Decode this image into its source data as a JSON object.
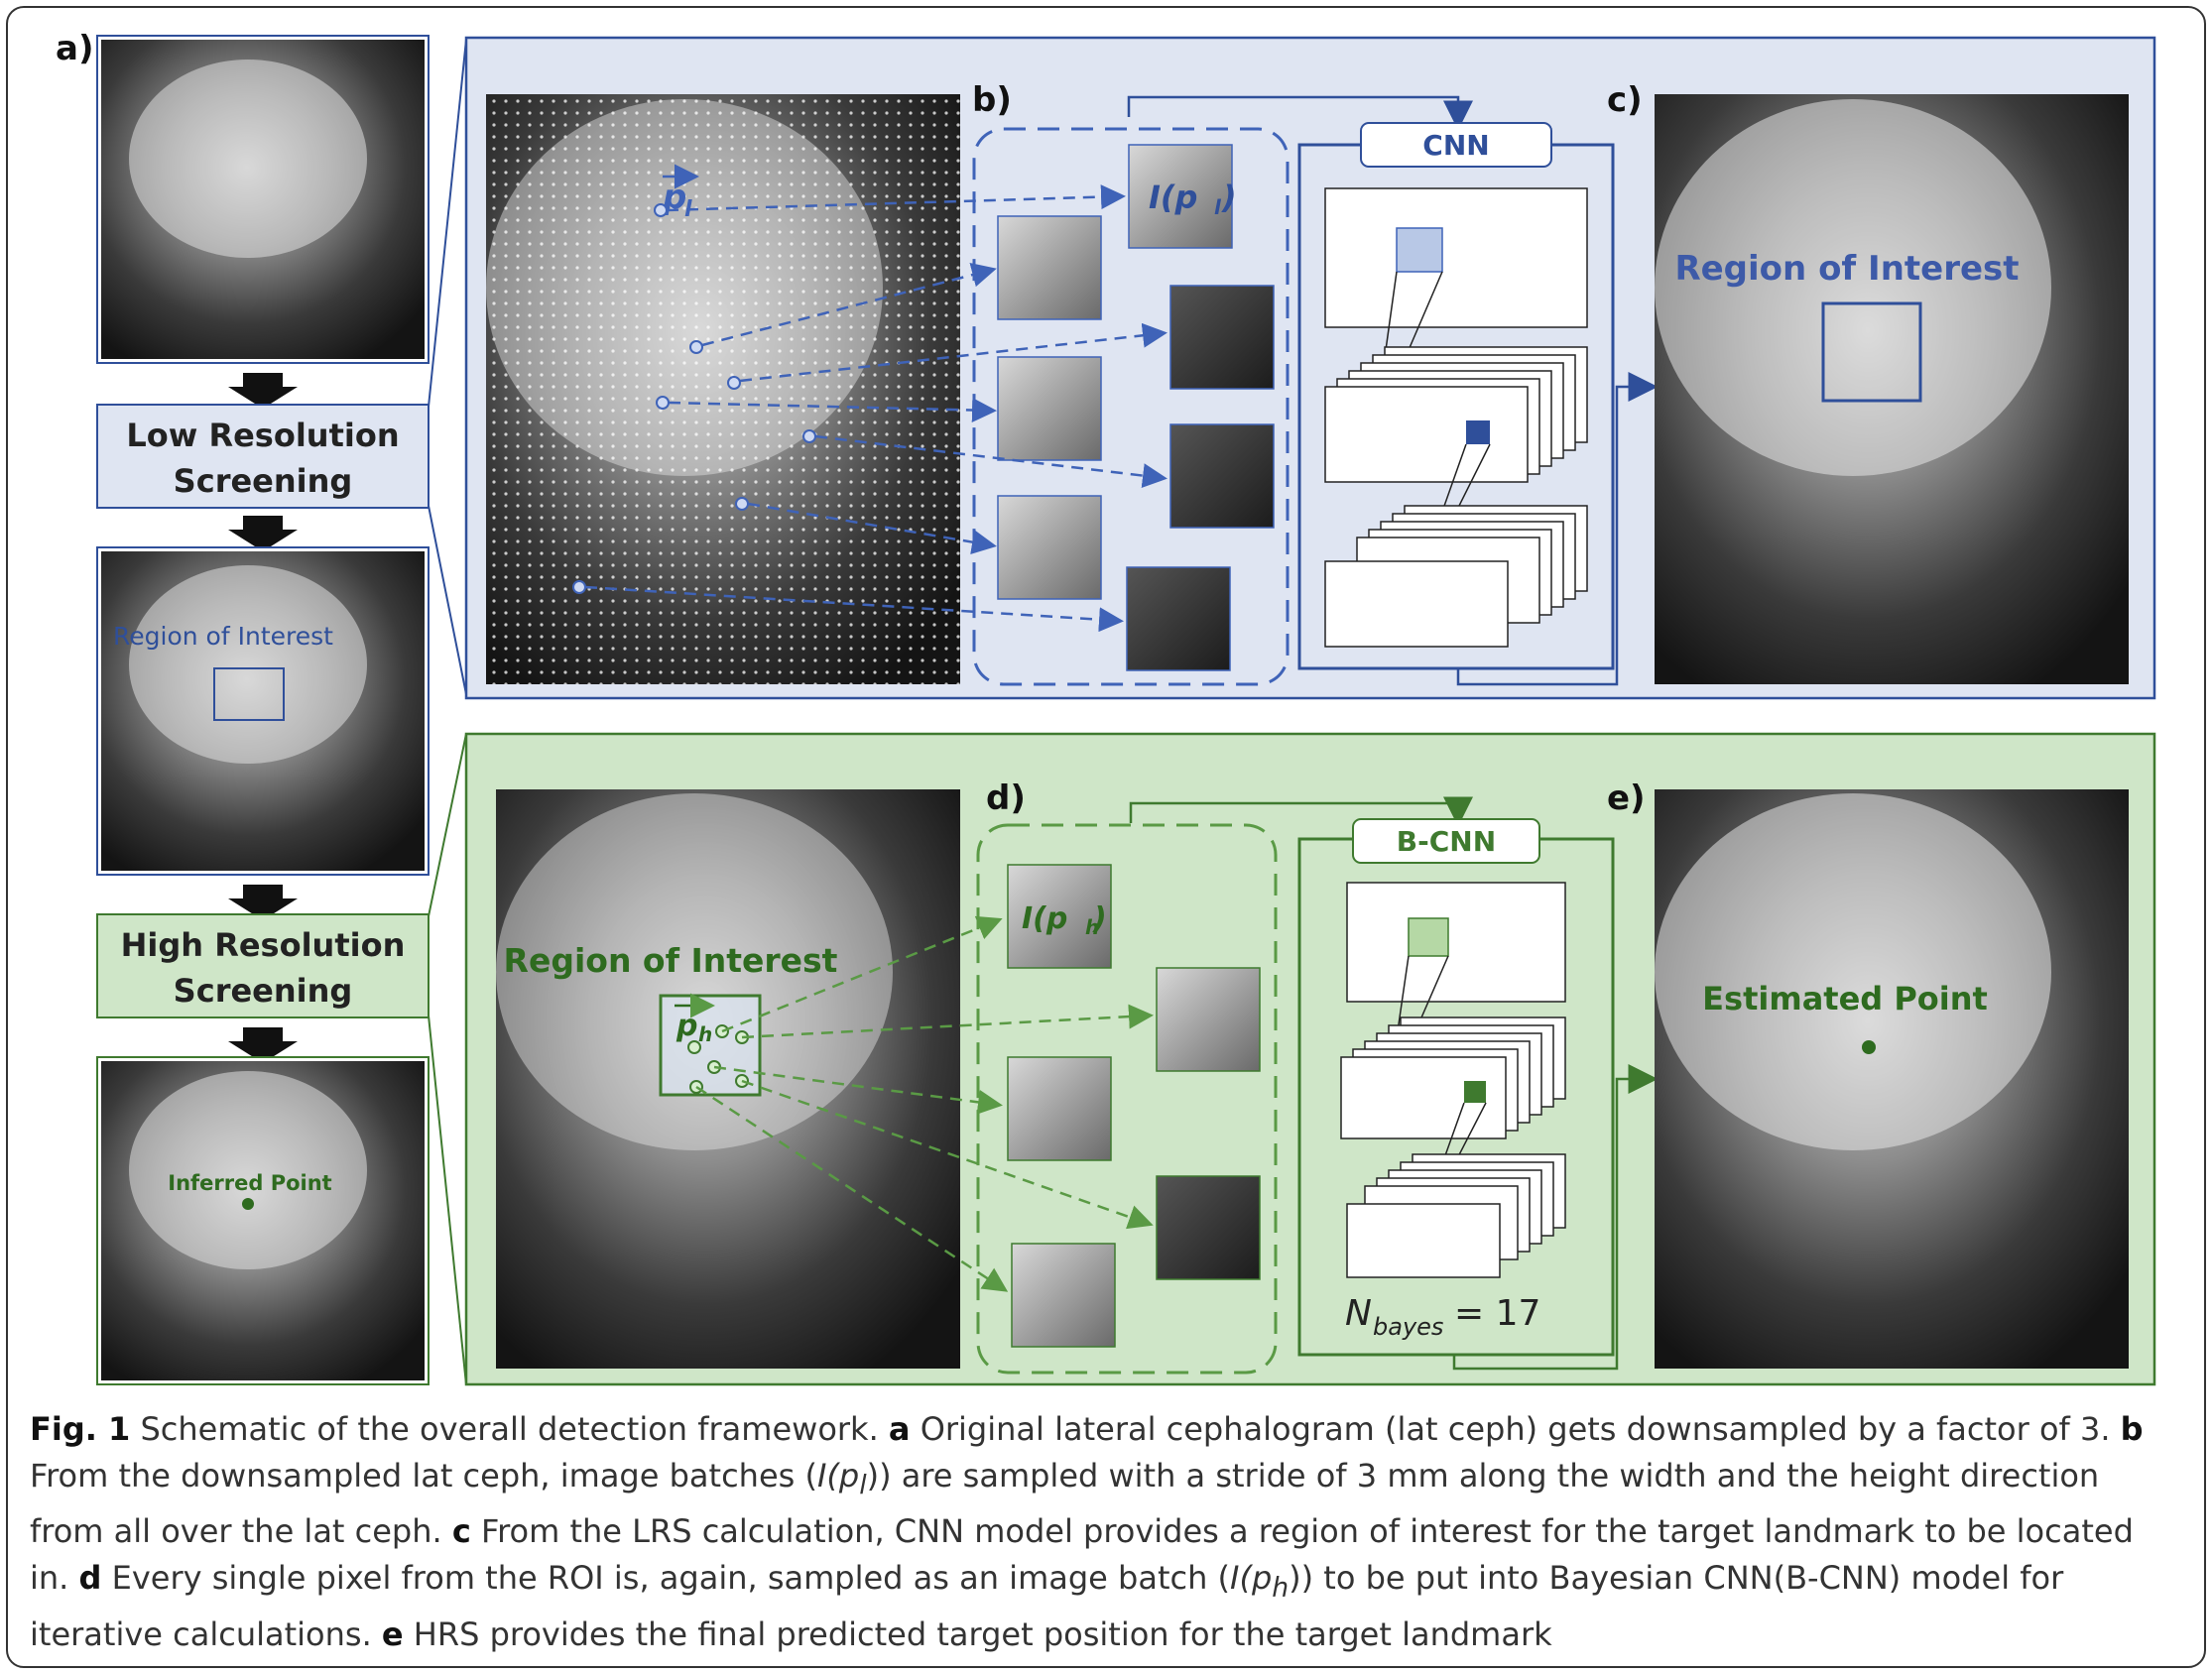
{
  "figure": {
    "panel_labels": [
      "a)",
      "b)",
      "c)",
      "d)",
      "e)"
    ],
    "stage_boxes": {
      "low": [
        "Low Resolution",
        "Screening"
      ],
      "high": [
        "High Resolution",
        "Screening"
      ]
    },
    "thumb_labels": {
      "roi": "Region of Interest",
      "inferred": "Inferred Point"
    },
    "top_row": {
      "point_label": "p",
      "point_sub": "l",
      "patch_label": "I(p",
      "patch_label_sub": "l",
      "model": "CNN",
      "result_label": "Region of Interest"
    },
    "bottom_row": {
      "region_label": "Region of Interest",
      "point_label": "p",
      "point_sub": "h",
      "patch_label": "I(p",
      "patch_label_sub": "h",
      "model": "B-CNN",
      "n_label": "N",
      "n_sub": "bayes",
      "n_value": "= 17",
      "result_label": "Estimated Point"
    },
    "colors": {
      "blue": "#2f4f9a",
      "blue_fill": "#dfe5f2",
      "green": "#3f7a2f",
      "green_fill": "#cfe6c8",
      "dark_green": "#2e6b1f"
    }
  },
  "caption": {
    "fig_label": "Fig. 1",
    "intro": " Schematic of the overall detection framework. ",
    "a_label": "a",
    "a_text": " Original lateral cephalogram (lat ceph) gets downsampled by a factor of 3. ",
    "b_label": "b",
    "b_text1": " From the downsampled lat ceph, image batches (",
    "b_sym": "I(p",
    "b_sub": "l",
    "b_text2": ")) are sampled with a stride of 3 mm along the width and the height direction from all over the lat ceph. ",
    "c_label": "c",
    "c_text": " From the LRS calculation, CNN model provides a region of interest for the target landmark to be located in. ",
    "d_label": "d",
    "d_text1": " Every single pixel from the ROI is, again, sampled as an image batch (",
    "d_sym": "I(p",
    "d_sub": "h",
    "d_text2": ")) to be put into Bayesian CNN(B-CNN) model for iterative calculations. ",
    "e_label": "e",
    "e_text": " HRS provides the final predicted target position for the target landmark"
  }
}
